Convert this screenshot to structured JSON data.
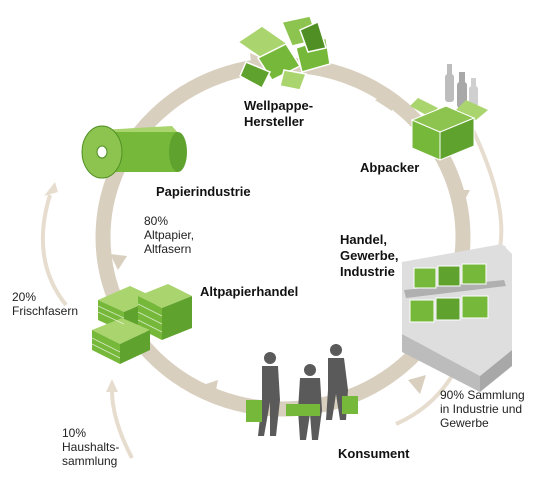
{
  "stages": {
    "wellpappe": "Wellpappe-\nHersteller",
    "abpacker": "Abpacker",
    "handel": "Handel,\nGewerbe,\nIndustrie",
    "konsument": "Konsument",
    "altpapierhandel": "Altpapierhandel",
    "papierindustrie": "Papierindustrie"
  },
  "notes": {
    "altpapier": "80%\nAltpapier,\nAltfasern",
    "frischfasern": "20%\nFrischfasern",
    "haushalt": "10%\nHaushalts-\nsammlung",
    "industrie_sammlung": "90% Sammlung\nin Industrie und\nGewerbe"
  },
  "colors": {
    "ring": "#d9cfbf",
    "arrow_light": "#e6ddcf",
    "green": "#76b83a",
    "green_dark": "#4f8f24",
    "green_light": "#a9d46e",
    "gray": "#c8c8c8"
  },
  "icons": [
    "corrugated-board-icon",
    "packaging-box-icon",
    "retail-shelf-icon",
    "consumers-icon",
    "paper-bales-icon",
    "paper-roll-icon"
  ]
}
